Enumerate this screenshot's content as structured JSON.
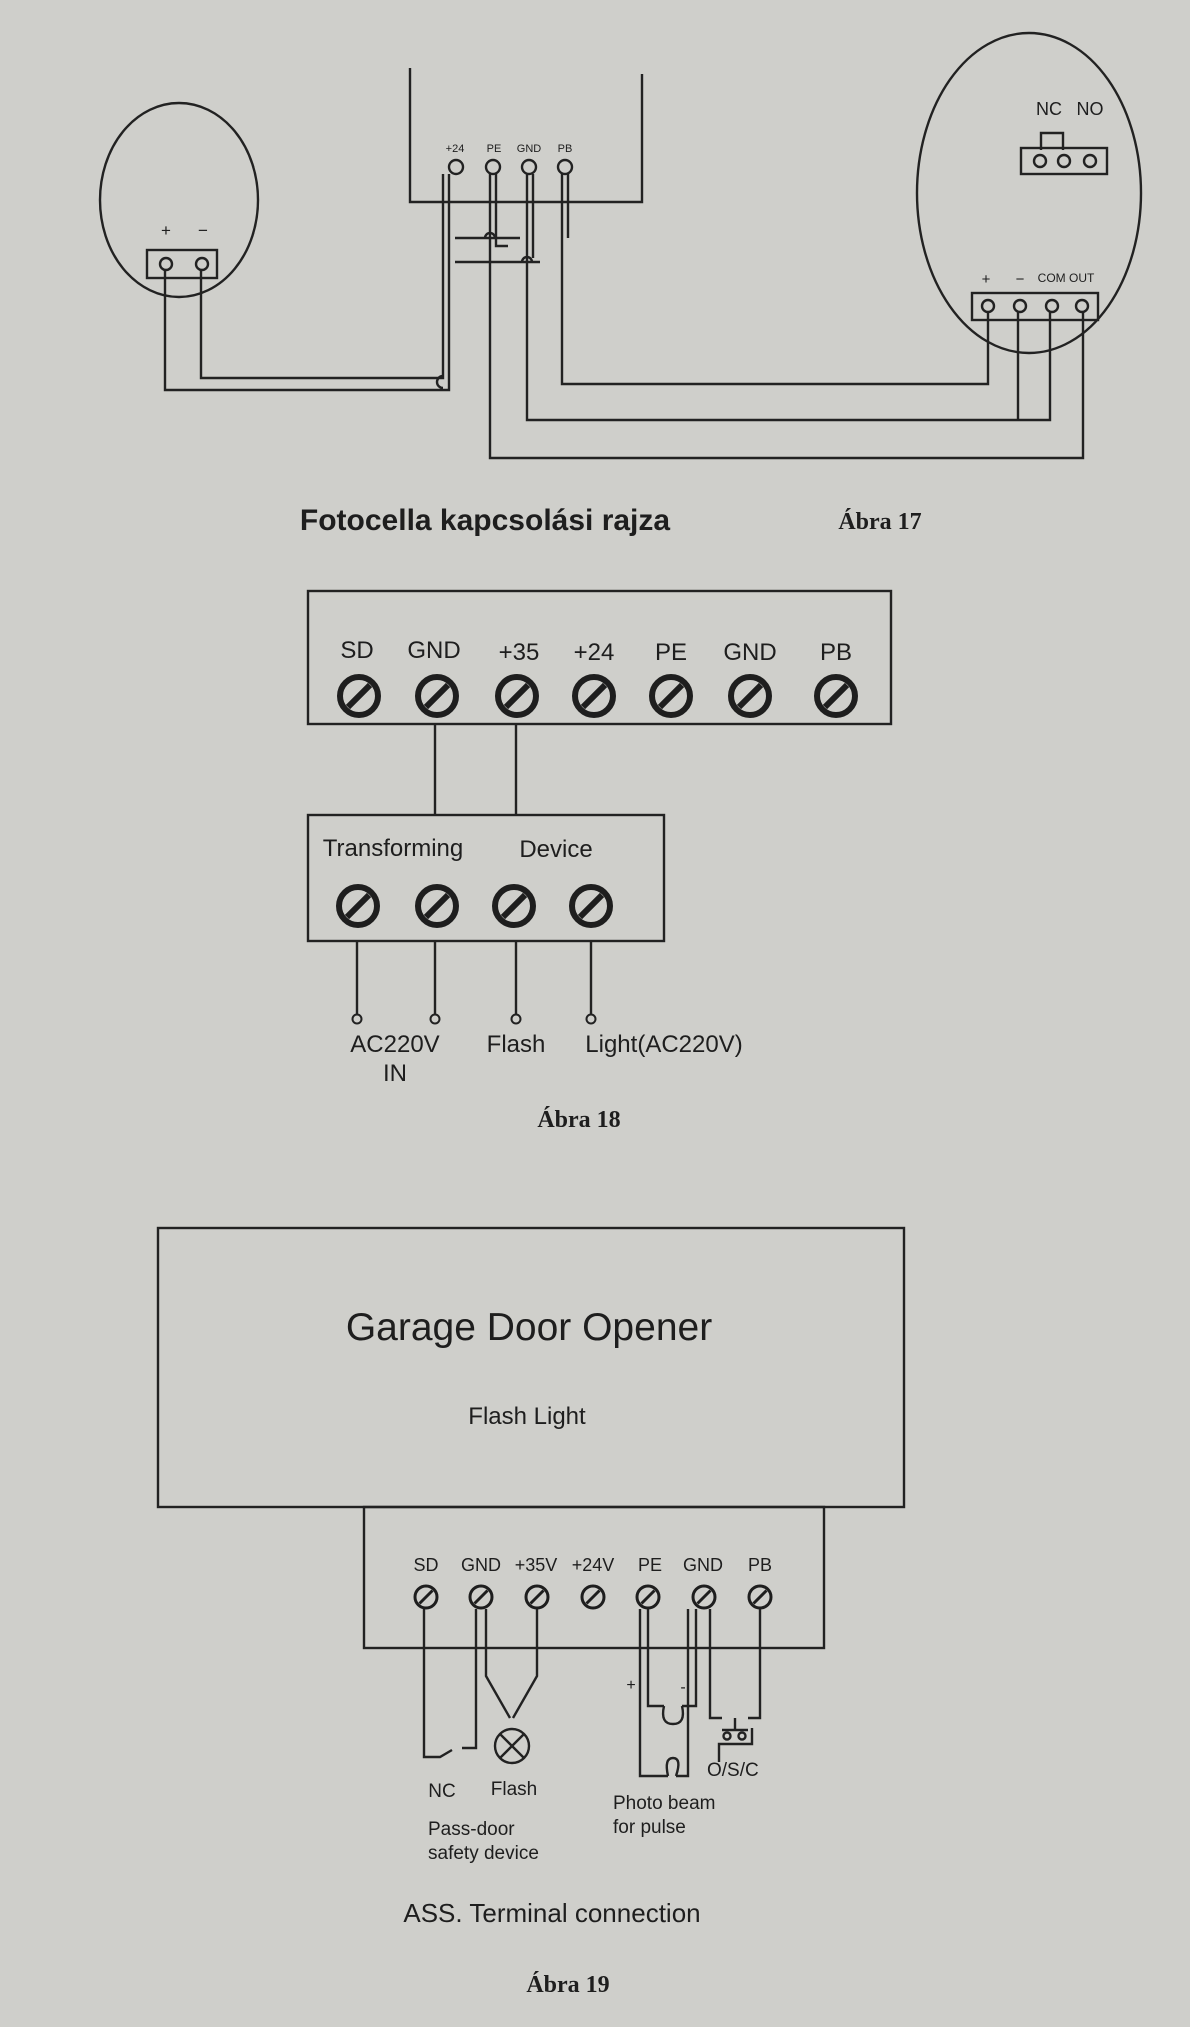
{
  "fig17": {
    "left_sensor_plus": "+",
    "left_sensor_minus": "−",
    "controller_terms": [
      "+24",
      "PE",
      "GND",
      "PB"
    ],
    "relay_nc": "NC",
    "relay_no": "NO",
    "right_plus": "+",
    "right_minus": "−",
    "right_com_out": "COM OUT",
    "title": "Fotocella kapcsolási rajza",
    "caption": "Ábra 17"
  },
  "fig18": {
    "top_terms": [
      "SD",
      "GND",
      "+35",
      "+24",
      "PE",
      "GND",
      "PB"
    ],
    "transformer_label_1": "Transforming",
    "transformer_label_2": "Device",
    "out_ac_line1": "AC220V",
    "out_ac_line2": "IN",
    "out_flash": "Flash",
    "out_light": "Light(AC220V)",
    "caption": "Ábra 18"
  },
  "fig19": {
    "box_title": "Garage Door Opener",
    "box_subtitle": "Flash Light",
    "terms": [
      "SD",
      "GND",
      "+35V",
      "+24V",
      "PE",
      "GND",
      "PB"
    ],
    "photo_plus": "+",
    "photo_minus": "-",
    "nc": "NC",
    "flash": "Flash",
    "pass_door_1": "Pass-door",
    "pass_door_2": "safety device",
    "photo_beam_1": "Photo beam",
    "photo_beam_2": "for pulse",
    "osc": "O/S/C",
    "terminal_caption": "ASS. Terminal connection",
    "caption": "Ábra 19"
  }
}
